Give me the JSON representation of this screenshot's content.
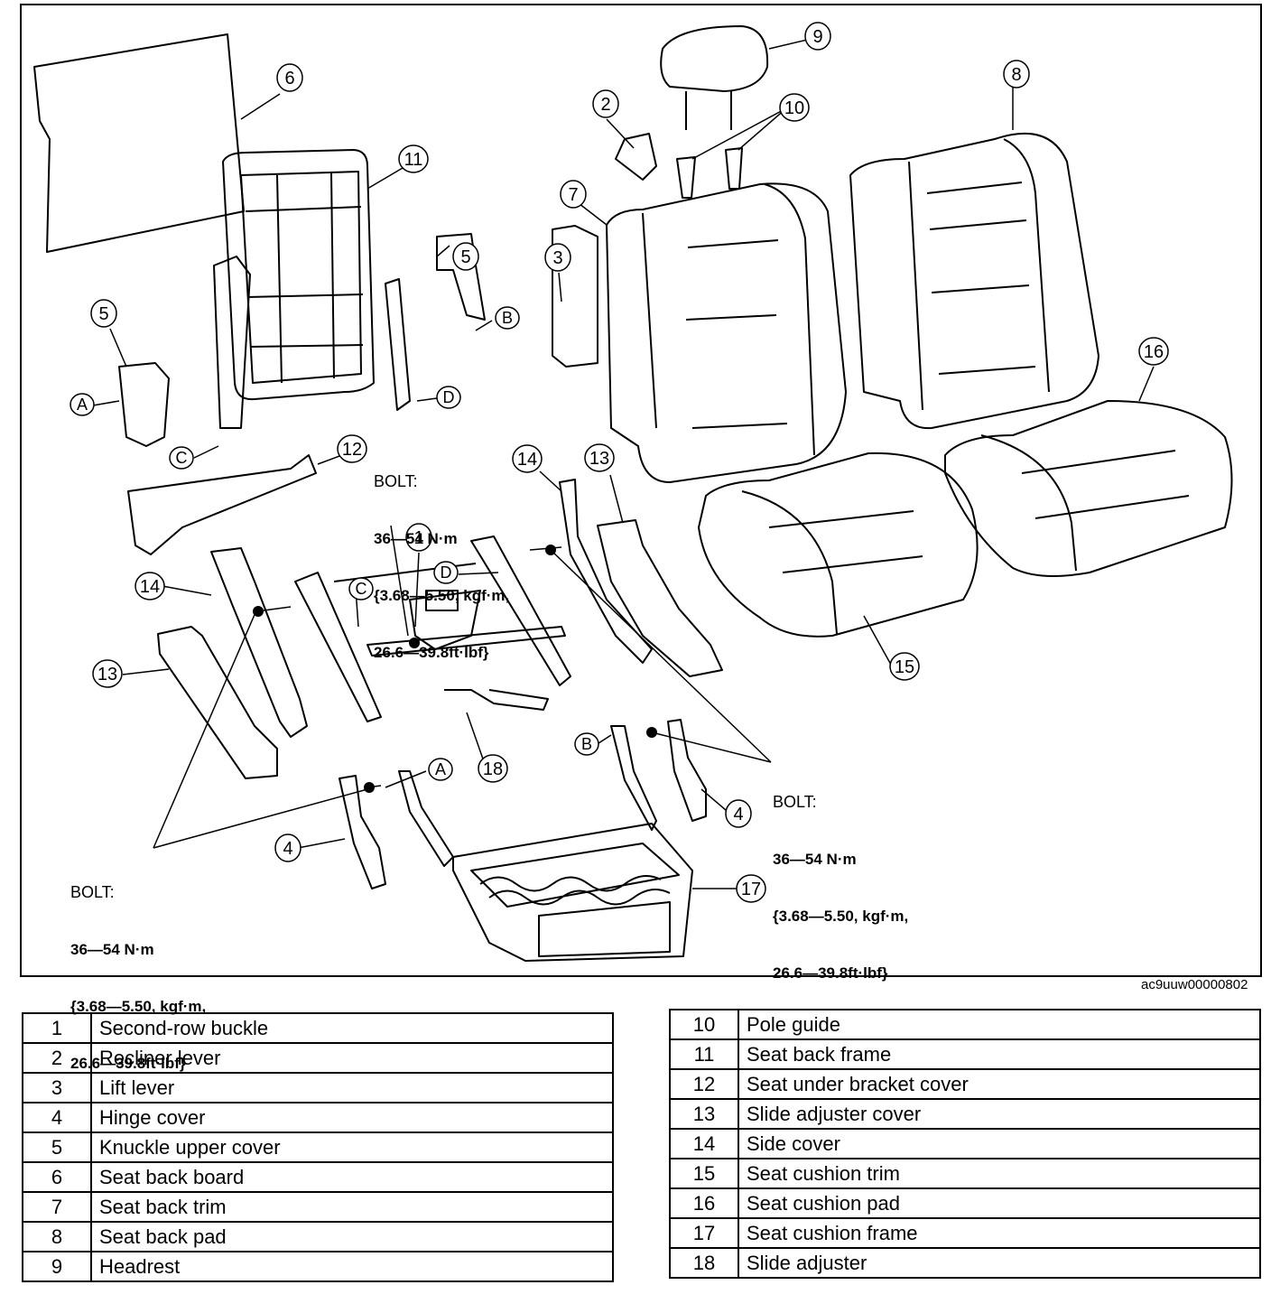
{
  "figure_id": "ac9uuw00000802",
  "callouts": {
    "n1": "1",
    "n2": "2",
    "n3": "3",
    "n4": "4",
    "n5": "5",
    "n6": "6",
    "n7": "7",
    "n8": "8",
    "n9": "9",
    "n10": "10",
    "n11": "11",
    "n12": "12",
    "n13": "13",
    "n14": "14",
    "n15": "15",
    "n16": "16",
    "n17": "17",
    "n18": "18",
    "A": "A",
    "B": "B",
    "C": "C",
    "D": "D"
  },
  "torque_spec": {
    "label": "BOLT:",
    "line1": "36—54 N·m",
    "line2": "{3.68—5.50, kgf·m,",
    "line3": "26.6—39.8ft·lbf}"
  },
  "legend_left": [
    {
      "num": "1",
      "name": "Second-row buckle"
    },
    {
      "num": "2",
      "name": "Recliner lever"
    },
    {
      "num": "3",
      "name": "Lift lever"
    },
    {
      "num": "4",
      "name": "Hinge cover"
    },
    {
      "num": "5",
      "name": "Knuckle upper cover"
    },
    {
      "num": "6",
      "name": "Seat back board"
    },
    {
      "num": "7",
      "name": "Seat back trim"
    },
    {
      "num": "8",
      "name": "Seat back pad"
    },
    {
      "num": "9",
      "name": "Headrest"
    }
  ],
  "legend_right": [
    {
      "num": "10",
      "name": "Pole guide"
    },
    {
      "num": "11",
      "name": "Seat back frame"
    },
    {
      "num": "12",
      "name": "Seat under bracket cover"
    },
    {
      "num": "13",
      "name": "Slide adjuster cover"
    },
    {
      "num": "14",
      "name": "Side cover"
    },
    {
      "num": "15",
      "name": "Seat cushion trim"
    },
    {
      "num": "16",
      "name": "Seat cushion pad"
    },
    {
      "num": "17",
      "name": "Seat cushion frame"
    },
    {
      "num": "18",
      "name": "Slide adjuster"
    }
  ]
}
